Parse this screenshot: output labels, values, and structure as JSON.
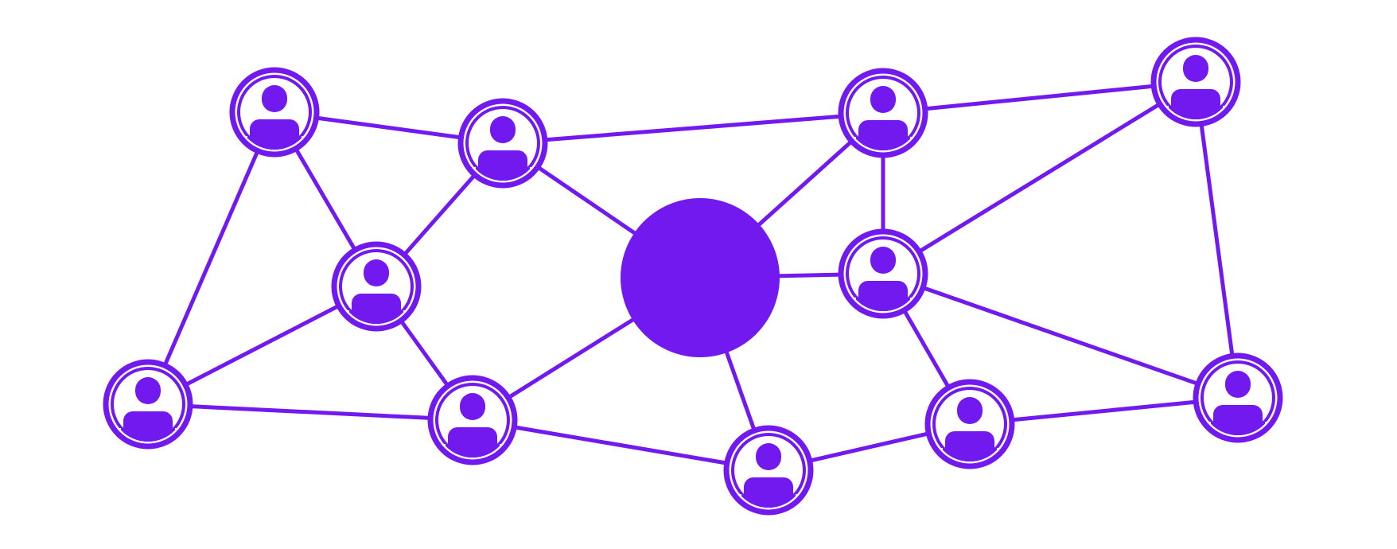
{
  "diagram": {
    "type": "network",
    "colors": {
      "accent": "#7219F0",
      "background": "#FFFFFF"
    },
    "hub": {
      "id": "hub",
      "icon": "hub-circle"
    },
    "nodes": [
      {
        "id": "n1",
        "icon": "user-icon"
      },
      {
        "id": "n2",
        "icon": "user-icon"
      },
      {
        "id": "n3",
        "icon": "user-icon"
      },
      {
        "id": "n4",
        "icon": "user-icon"
      },
      {
        "id": "n5",
        "icon": "user-icon"
      },
      {
        "id": "n6",
        "icon": "user-icon"
      },
      {
        "id": "n7",
        "icon": "user-icon"
      },
      {
        "id": "n8",
        "icon": "user-icon"
      },
      {
        "id": "n9",
        "icon": "user-icon"
      },
      {
        "id": "n10",
        "icon": "user-icon"
      },
      {
        "id": "n11",
        "icon": "user-icon"
      },
      {
        "id": "n12",
        "icon": "user-icon"
      }
    ],
    "edges": [
      [
        "n1",
        "n2"
      ],
      [
        "n1",
        "n3"
      ],
      [
        "n1",
        "n4"
      ],
      [
        "n2",
        "n3"
      ],
      [
        "n2",
        "n5"
      ],
      [
        "n2",
        "hub"
      ],
      [
        "n3",
        "n4"
      ],
      [
        "n3",
        "n6"
      ],
      [
        "n4",
        "n6"
      ],
      [
        "n6",
        "hub"
      ],
      [
        "n6",
        "n7"
      ],
      [
        "hub",
        "n5"
      ],
      [
        "hub",
        "n8"
      ],
      [
        "hub",
        "n7"
      ],
      [
        "n5",
        "n9"
      ],
      [
        "n5",
        "n8"
      ],
      [
        "n9",
        "n8"
      ],
      [
        "n9",
        "n11"
      ],
      [
        "n8",
        "n10"
      ],
      [
        "n8",
        "n11"
      ],
      [
        "n7",
        "n12"
      ],
      [
        "n12",
        "n10"
      ],
      [
        "n10",
        "n11"
      ]
    ]
  }
}
